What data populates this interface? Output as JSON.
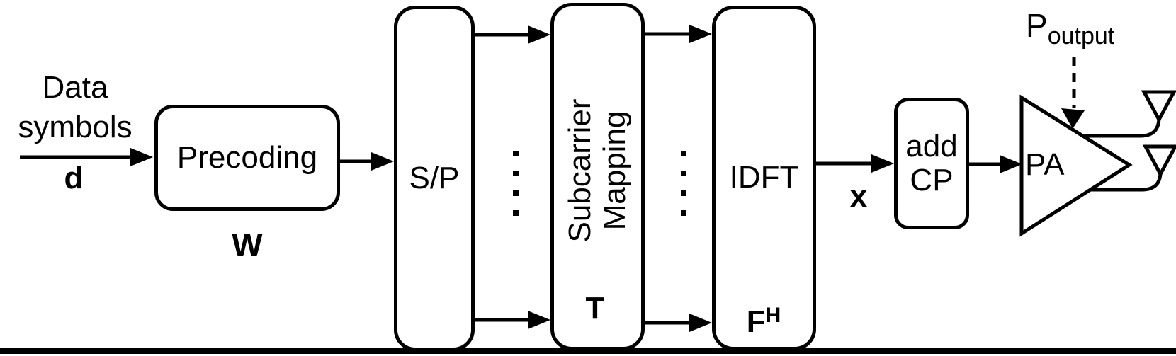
{
  "figure": {
    "type": "transmitter-block-diagram",
    "colors": {
      "ink": "#000000",
      "paper": "#ffffff"
    },
    "input": {
      "line1": "Data",
      "line2": "symbols",
      "vector": "d"
    },
    "blocks": {
      "precoding": {
        "label": "Precoding",
        "matrix": "W"
      },
      "sp": {
        "label": "S/P"
      },
      "subcarrier": {
        "line1": "Subcarrier",
        "line2": "Mapping",
        "matrix": "T"
      },
      "idft": {
        "label": "IDFT",
        "matrix_base": "F",
        "matrix_sup": "H"
      },
      "addcp": {
        "line1": "add",
        "line2": "CP"
      },
      "pa": {
        "label": "PA"
      }
    },
    "signals": {
      "time_domain": "x"
    },
    "annotations": {
      "power_base": "P",
      "power_sub": "output"
    }
  }
}
